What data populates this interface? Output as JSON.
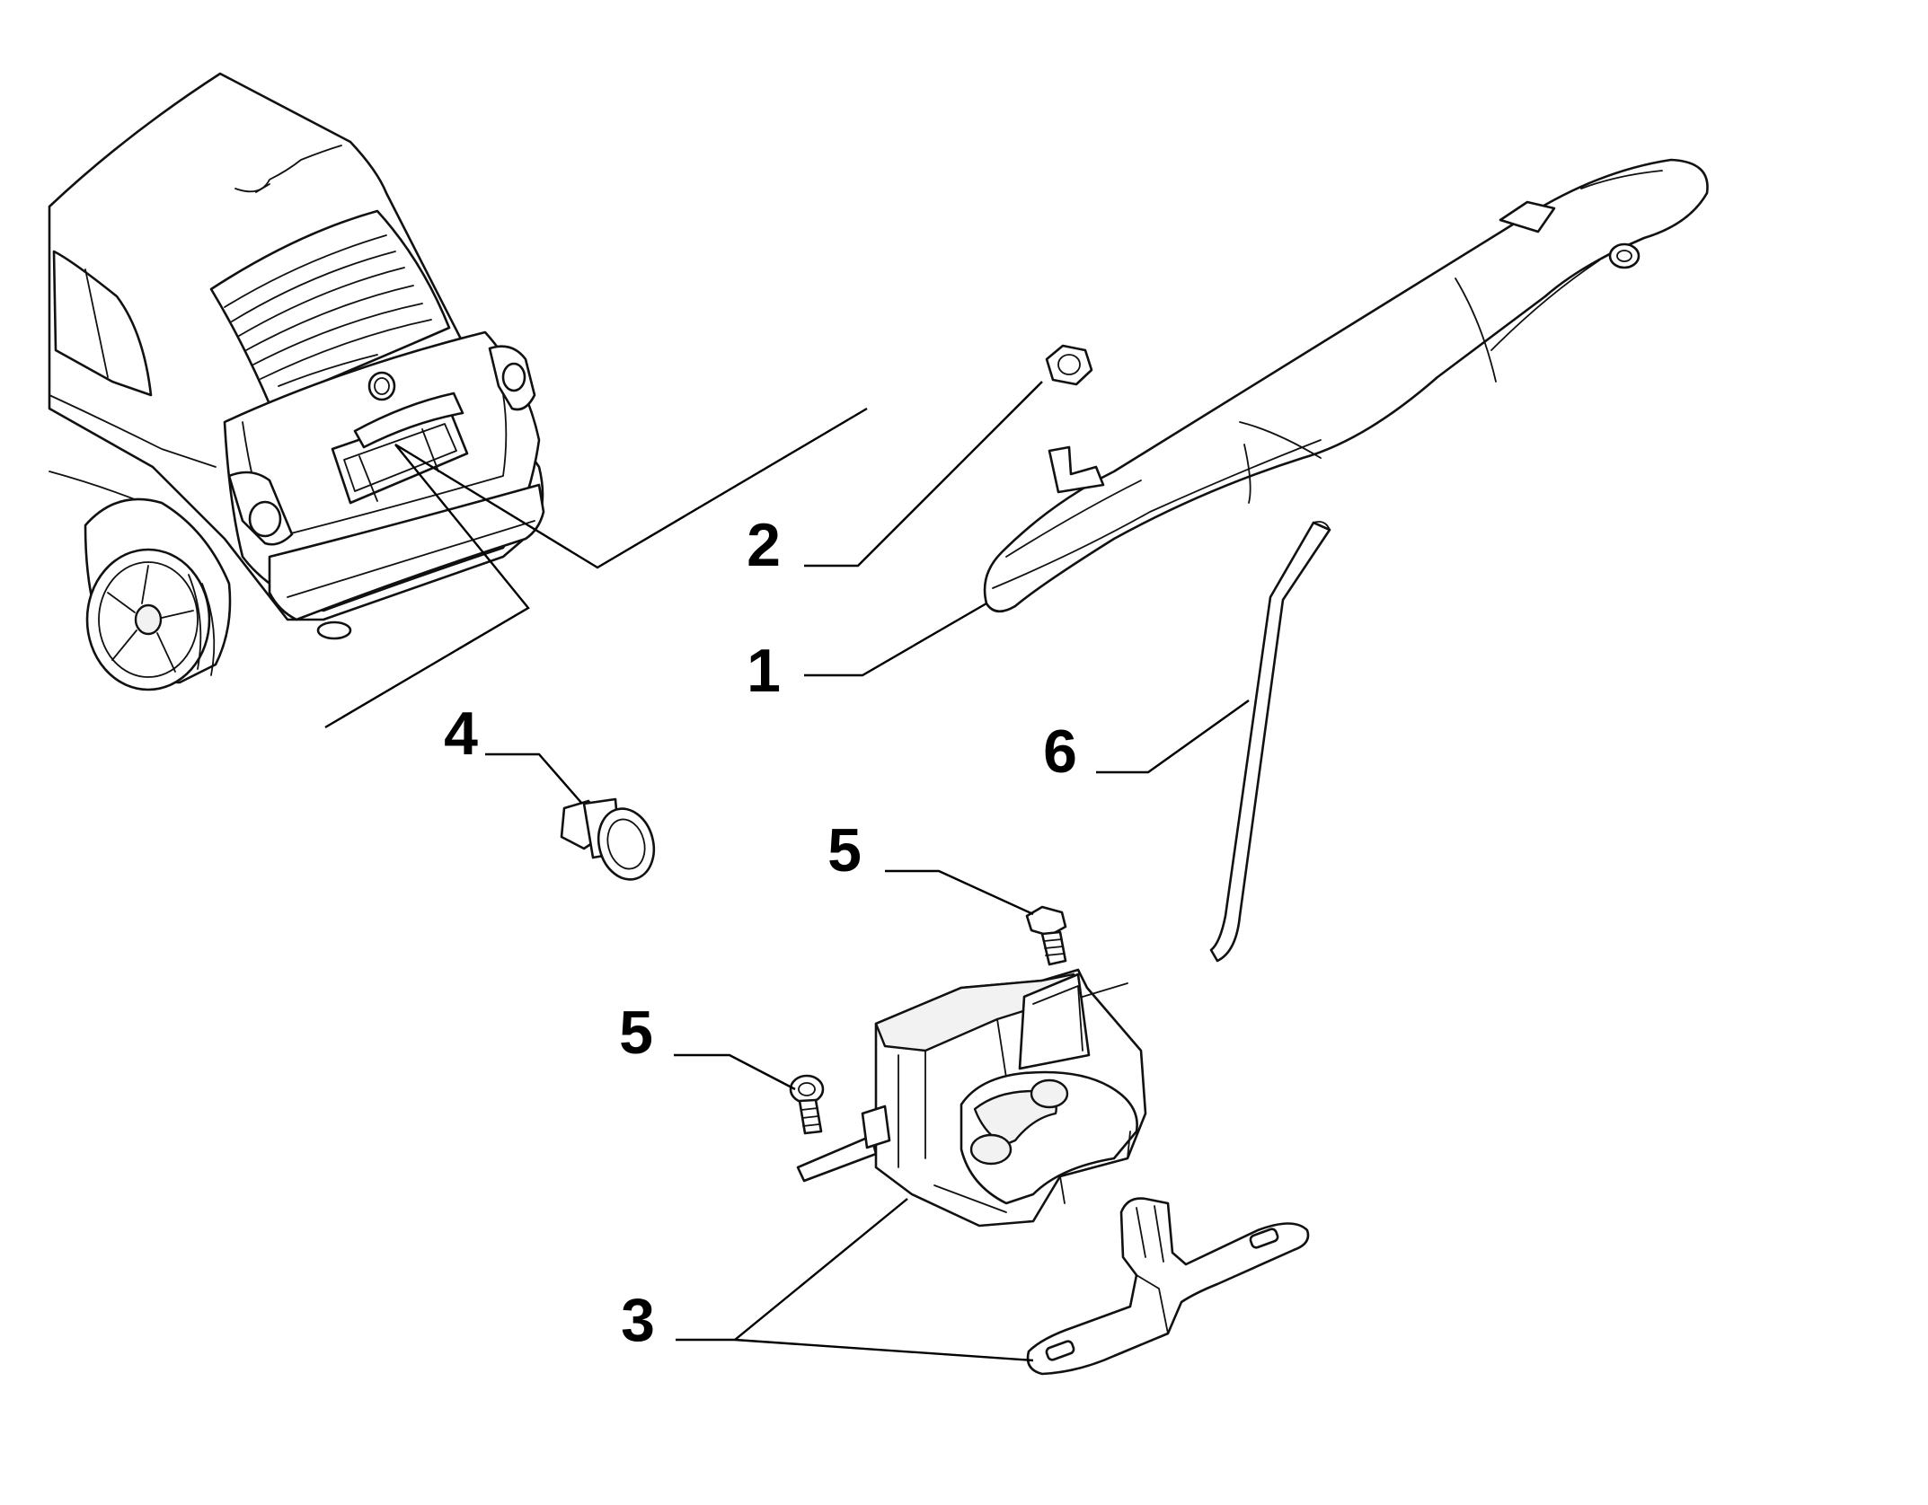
{
  "callouts": [
    {
      "id": "1",
      "label": "1"
    },
    {
      "id": "2",
      "label": "2"
    },
    {
      "id": "3",
      "label": "3"
    },
    {
      "id": "4",
      "label": "4"
    },
    {
      "id": "5a",
      "label": "5"
    },
    {
      "id": "5b",
      "label": "5"
    },
    {
      "id": "6",
      "label": "6"
    }
  ]
}
